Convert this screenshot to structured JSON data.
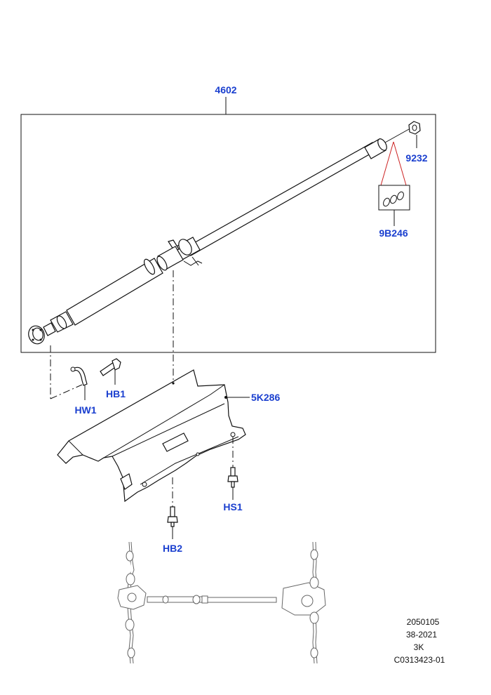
{
  "callouts": {
    "propshaft": "4602",
    "nut": "9232",
    "seal_kit": "9B246",
    "hw1": "HW1",
    "hb1": "HB1",
    "heat_shield": "5K286",
    "hs1": "HS1",
    "hb2": "HB2"
  },
  "footer": {
    "line1": "2050105",
    "line2": "38-2021",
    "line3": "3K",
    "line4": "C0313423-01"
  },
  "colors": {
    "callout": "#1a3fcf",
    "line": "#111111",
    "accent_red": "#cc2222"
  }
}
